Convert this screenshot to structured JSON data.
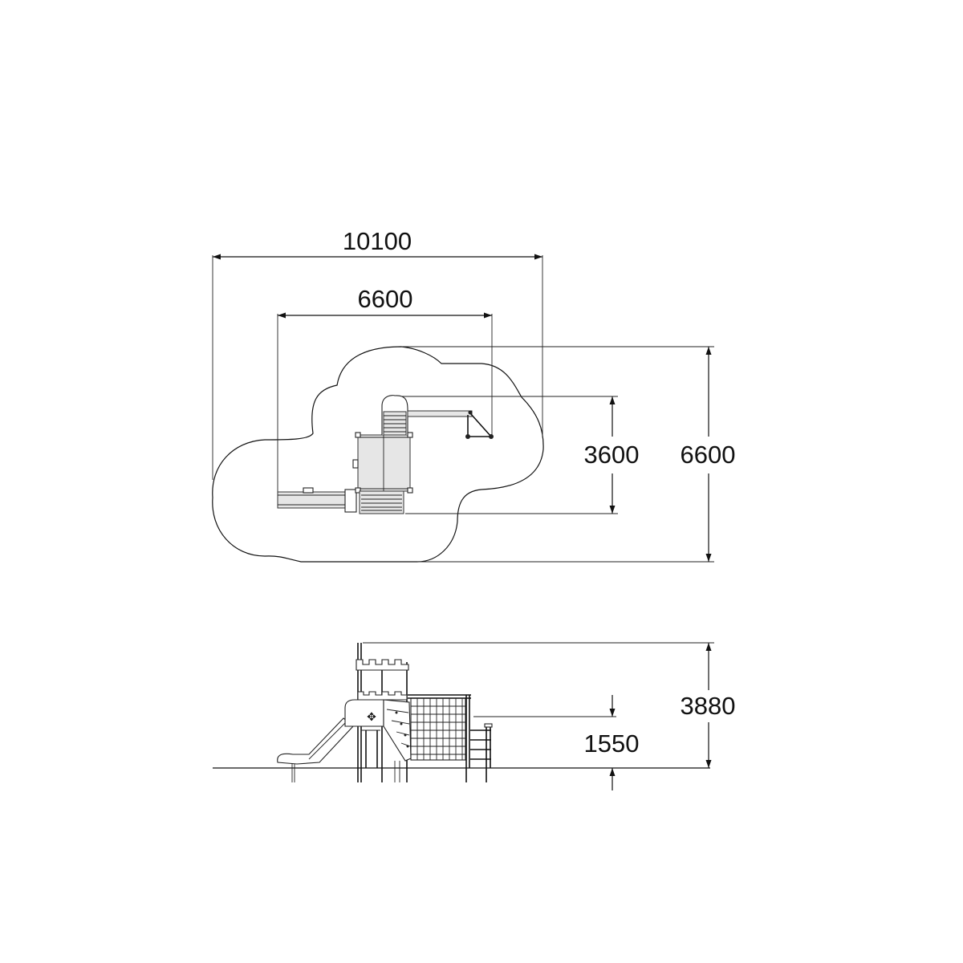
{
  "drawing": {
    "plan_view": {
      "overall_width": "10100",
      "equipment_width": "6600",
      "equipment_depth": "3600",
      "overall_depth": "6600"
    },
    "elevation_view": {
      "overall_height": "3880",
      "platform_height": "1550"
    }
  }
}
